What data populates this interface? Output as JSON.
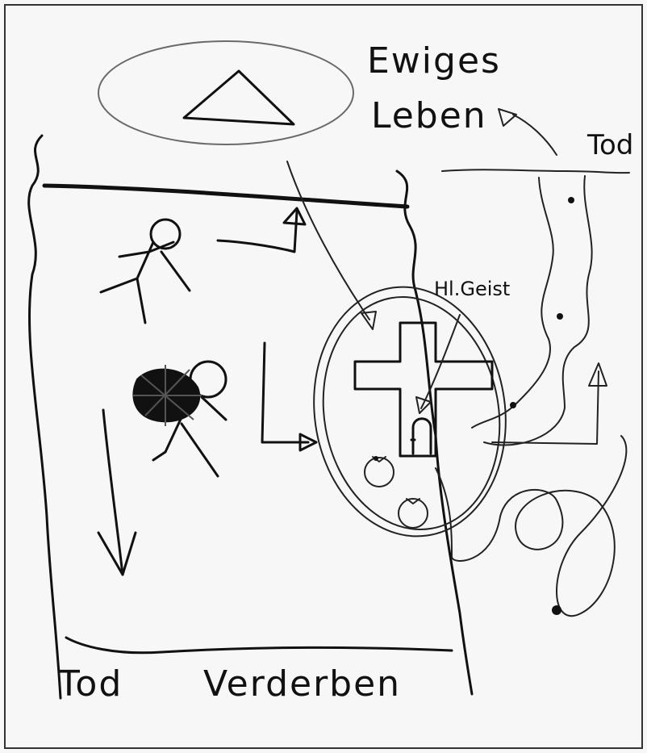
{
  "labels": {
    "eternal_life_line1": "Ewiges",
    "eternal_life_line2": "Leben",
    "death_top_right": "Tod",
    "holy_spirit": "Hl.Geist",
    "death_bottom": "Tod",
    "ruin_bottom": "Verderben"
  },
  "colors": {
    "paper": "#f7f7f7",
    "ink": "#111111"
  }
}
